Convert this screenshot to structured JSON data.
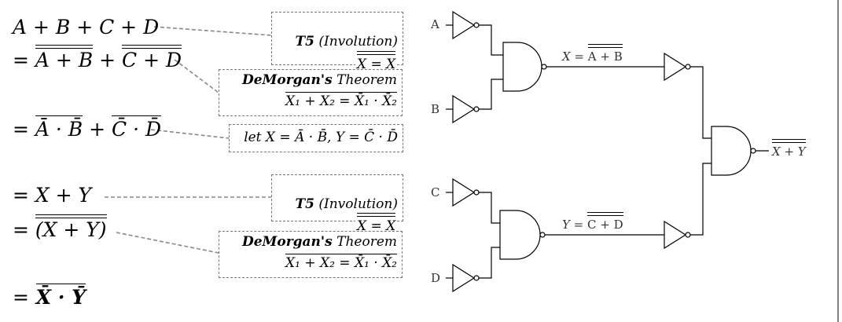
{
  "derivation": {
    "line1": "A + B + C + D",
    "line2_eq": "=",
    "line2_a": "A + B",
    "line2_plus": "+",
    "line2_b": "C + D",
    "line3_eq": "=",
    "line3_a": "Ā · B̄",
    "line3_plus": "+",
    "line3_b": "C̄ · D̄",
    "line4": "= X + Y",
    "line5_eq": "=",
    "line5_a": "(X + Y)",
    "line6_eq": "=",
    "line6_a": "X̄ · Ȳ"
  },
  "notes": {
    "n1_title": "T5",
    "n1_sub": "(Involution)",
    "n1_formula": "X = X",
    "n2_title": "DeMorgan's",
    "n2_sub": "Theorem",
    "n2_formula": "X₁ + X₂ = X̄₁ · X̄₂",
    "n3_text": "let X = Ā · B̄, Y = C̄ · D̄",
    "n4_title": "T5",
    "n4_sub": "(Involution)",
    "n4_formula": "X = X",
    "n5_title": "DeMorgan's",
    "n5_sub": "Theorem",
    "n5_formula": "X₁ + X₂ = X̄₁ · X̄₂"
  },
  "circuit": {
    "inputs": [
      "A",
      "B",
      "C",
      "D"
    ],
    "wire_x_prefix": "X =",
    "wire_x_expr": "A + B",
    "wire_y_prefix": "Y =",
    "wire_y_expr": "C + D",
    "output_expr": "X + Y"
  }
}
